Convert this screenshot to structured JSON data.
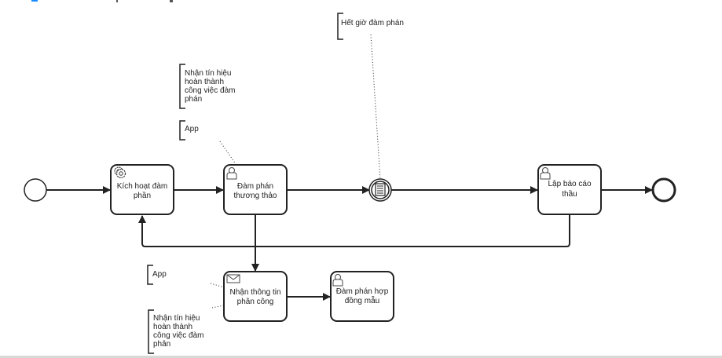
{
  "diagram": {
    "type": "bpmn-process",
    "start_event": {
      "name": "start-event"
    },
    "end_event": {
      "name": "end-event"
    },
    "tasks": [
      {
        "id": "t1",
        "type": "service",
        "icon": "gear-icon",
        "lines": [
          "Kích hoạt đàm",
          "phần"
        ]
      },
      {
        "id": "t2",
        "type": "user",
        "icon": "user-icon",
        "lines": [
          "Đàm phán",
          "thương thảo"
        ]
      },
      {
        "id": "t3",
        "type": "user",
        "icon": "user-icon",
        "lines": [
          "Lập báo cáo",
          "thầu"
        ]
      },
      {
        "id": "t4",
        "type": "receive",
        "icon": "envelope-icon",
        "lines": [
          "Nhận thông tin",
          "phân công"
        ]
      },
      {
        "id": "t5",
        "type": "user",
        "icon": "user-icon",
        "lines": [
          "Đàm phán hợp",
          "đồng mẫu"
        ]
      }
    ],
    "intermediate_event": {
      "type": "conditional",
      "icon": "document-icon"
    },
    "annotations": [
      {
        "id": "a1",
        "lines": [
          "Hết giờ đàm phán"
        ]
      },
      {
        "id": "a2",
        "lines": [
          "Nhận tín hiệu",
          "hoàn thành",
          "công việc đàm",
          "phán"
        ]
      },
      {
        "id": "a3",
        "lines": [
          "App"
        ]
      },
      {
        "id": "a4",
        "lines": [
          "App"
        ]
      },
      {
        "id": "a5",
        "lines": [
          "Nhận tín hiệu",
          "hoàn thành",
          "công việc đàm",
          "phân"
        ]
      }
    ],
    "colors": {
      "stroke": "#222222",
      "background": "#ffffff",
      "icon": "#444444"
    }
  }
}
